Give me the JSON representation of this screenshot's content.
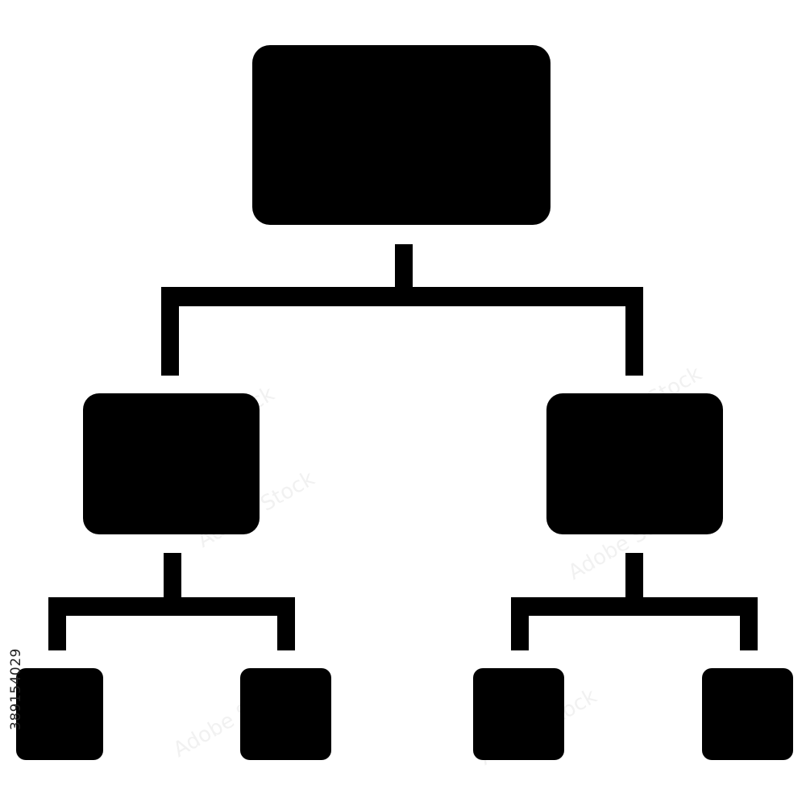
{
  "diagram": {
    "kind": "hierarchy-tree-icon",
    "fill_color": "#000000",
    "background_color": "#ffffff",
    "levels": [
      {
        "level": 0,
        "nodes": [
          "root"
        ]
      },
      {
        "level": 1,
        "nodes": [
          "child-left",
          "child-right"
        ]
      },
      {
        "level": 2,
        "nodes": [
          "leaf-1",
          "leaf-2",
          "leaf-3",
          "leaf-4"
        ]
      }
    ],
    "edges": [
      [
        "root",
        "child-left"
      ],
      [
        "root",
        "child-right"
      ],
      [
        "child-left",
        "leaf-1"
      ],
      [
        "child-left",
        "leaf-2"
      ],
      [
        "child-right",
        "leaf-3"
      ],
      [
        "child-right",
        "leaf-4"
      ]
    ]
  },
  "watermark": {
    "text": "Adobe Stock"
  },
  "stock_id": "389154029"
}
